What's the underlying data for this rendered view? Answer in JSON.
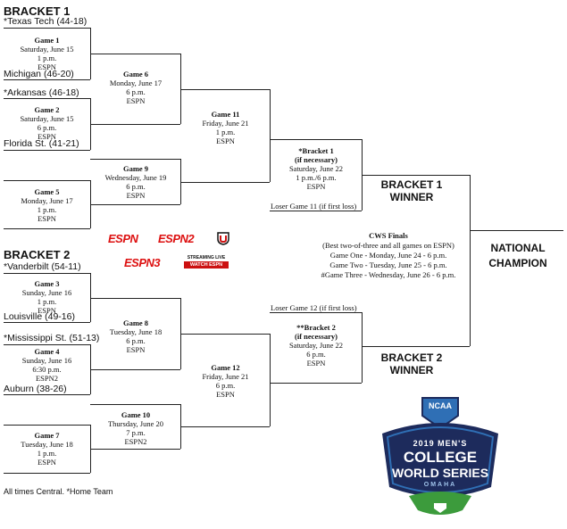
{
  "bracket1": {
    "title": "BRACKET 1",
    "teams": [
      "*Texas Tech (44-18)",
      "Michigan (46-20)",
      "*Arkansas (46-18)",
      "Florida St. (41-21)"
    ],
    "games": [
      {
        "title": "Game 1",
        "lines": [
          "Saturday, June 15",
          "1 p.m.",
          "ESPN"
        ]
      },
      {
        "title": "Game 2",
        "lines": [
          "Saturday, June 15",
          "6 p.m.",
          "ESPN"
        ]
      },
      {
        "title": "Game 5",
        "lines": [
          "Monday, June 17",
          "1 p.m.",
          "ESPN"
        ]
      },
      {
        "title": "Game 6",
        "lines": [
          "Monday, June 17",
          "6 p.m.",
          "ESPN"
        ]
      },
      {
        "title": "Game 9",
        "lines": [
          "Wednesday, June 19",
          "6 p.m.",
          "ESPN"
        ]
      },
      {
        "title": "Game 11",
        "lines": [
          "Friday, June 21",
          "1 p.m.",
          "ESPN"
        ]
      },
      {
        "title": "*Bracket 1",
        "lines": [
          "(if necessary)",
          "Saturday, June 22",
          "1 p.m./6 p.m.",
          "ESPN"
        ]
      }
    ],
    "loser": "Loser Game 11 (if first loss)",
    "winner": [
      "BRACKET 1",
      "WINNER"
    ]
  },
  "bracket2": {
    "title": "BRACKET 2",
    "teams": [
      "*Vanderbilt (54-11)",
      "Louisville (49-16)",
      "*Mississippi St. (51-13)",
      "Auburn (38-26)"
    ],
    "games": [
      {
        "title": "Game 3",
        "lines": [
          "Sunday, June 16",
          "1 p.m.",
          "ESPN"
        ]
      },
      {
        "title": "Game 4",
        "lines": [
          "Sunday, June 16",
          "6:30 p.m.",
          "ESPN2"
        ]
      },
      {
        "title": "Game 7",
        "lines": [
          "Tuesday, June 18",
          "1 p.m.",
          "ESPN"
        ]
      },
      {
        "title": "Game 8",
        "lines": [
          "Tuesday, June 18",
          "6 p.m.",
          "ESPN"
        ]
      },
      {
        "title": "Game 10",
        "lines": [
          "Thursday, June 20",
          "7 p.m.",
          "ESPN2"
        ]
      },
      {
        "title": "Game 12",
        "lines": [
          "Friday, June 21",
          "6 p.m.",
          "ESPN"
        ]
      },
      {
        "title": "**Bracket 2",
        "lines": [
          "(if necessary)",
          "Saturday, June 22",
          "6 p.m.",
          "ESPN"
        ]
      }
    ],
    "loser": "Loser Game 12 (if first loss)",
    "winner": [
      "BRACKET 2",
      "WINNER"
    ]
  },
  "finals": {
    "title": "CWS Finals",
    "lines": [
      "(Best two-of-three and all games on ESPN)",
      "Game One - Monday, June 24 - 6 p.m.",
      "Game Two - Tuesday, June 25 - 6 p.m.",
      "#Game Three - Wednesday, June 26 - 6 p.m."
    ]
  },
  "champion": [
    "NATIONAL",
    "CHAMPION"
  ],
  "networks": {
    "espn": "ESPN",
    "espn2": "ESPN2",
    "espn3": "ESPN3",
    "streaming_top": "STREAMING LIVE",
    "streaming_bottom": "WATCH ESPN"
  },
  "logo": {
    "badge": "NCAA",
    "line1": "2019 MEN'S",
    "line2": "COLLEGE",
    "line3": "WORLD SERIES",
    "line4": "OMAHA"
  },
  "footer": "All times Central. *Home Team",
  "colors": {
    "espn_red": "#d11f26",
    "logo_navy": "#1d2b5c",
    "logo_blue": "#2f6fb5",
    "logo_green": "#3c9b3c"
  }
}
